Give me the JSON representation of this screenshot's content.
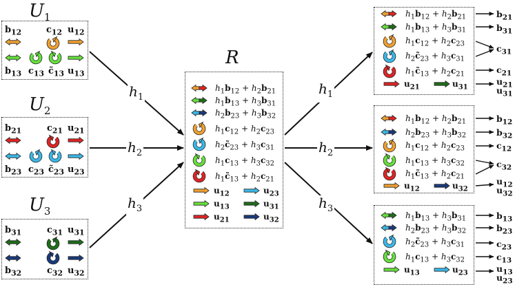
{
  "colors": {
    "orange": "#f0a030",
    "green": "#66e03c",
    "red": "#e02424",
    "cyan": "#3ab8e8",
    "dkgreen": "#1e6e1a",
    "navy": "#1a3a7a"
  },
  "sources": [
    {
      "name": "U1",
      "top": [
        "b12",
        "c12",
        "u12"
      ],
      "bottom": [
        "b13",
        "c13",
        "c̃13",
        "u13"
      ]
    },
    {
      "name": "U2",
      "top": [
        "b21",
        "c21",
        "u21"
      ],
      "bottom": [
        "b23",
        "c23",
        "c̃23",
        "u23"
      ]
    },
    {
      "name": "U3",
      "top": [
        "b31",
        "c31",
        "u31"
      ],
      "bottom": [
        "b32",
        "c32",
        "u32"
      ]
    }
  ],
  "source_titles": [
    "U1",
    "U2",
    "U3"
  ],
  "hub_title": "R",
  "h_labels": [
    "h1",
    "h2",
    "h3"
  ],
  "hub": {
    "equations": [
      "h1b12 + h2b21",
      "h1b13 + h3b31",
      "h2b23 + h3b32",
      "h1c12 + h2c23",
      "h2c̃23 + h3c31",
      "h1c13 + h3c32",
      "h1c̃13 + h2c21"
    ],
    "u_left": [
      "u12",
      "u13",
      "u21"
    ],
    "u_right": [
      "u23",
      "u31",
      "u32"
    ]
  },
  "outputs": [
    {
      "equations": [
        "h1b12 + h2b21",
        "h1b13 + h3b31",
        "h1c12 + h2c23",
        "h2c̃23 + h3c31",
        "h1c̃13 + h2c21"
      ],
      "u_left": "u21",
      "u_right": "u31",
      "results": [
        "b21",
        "b31",
        "c31",
        "c21",
        "u21",
        "u31"
      ]
    },
    {
      "equations": [
        "h1b12 + h2b21",
        "h2b23 + h3b32",
        "h1c12 + h2c23",
        "h1c13 + h3c32",
        "h1c̃13 + h2c21"
      ],
      "u_left": "u12",
      "u_right": "u32",
      "results": [
        "b12",
        "b32",
        "c12",
        "c32",
        "u12",
        "u32"
      ]
    },
    {
      "equations": [
        "h1b13 + h3b31",
        "h2b23 + h3b32",
        "h2c̃23 + h3c31",
        "h1c13 + h3c32"
      ],
      "u_left": "u13",
      "u_right": "u23",
      "results": [
        "b13",
        "b23",
        "c23",
        "c13",
        "u13",
        "u23"
      ]
    }
  ]
}
